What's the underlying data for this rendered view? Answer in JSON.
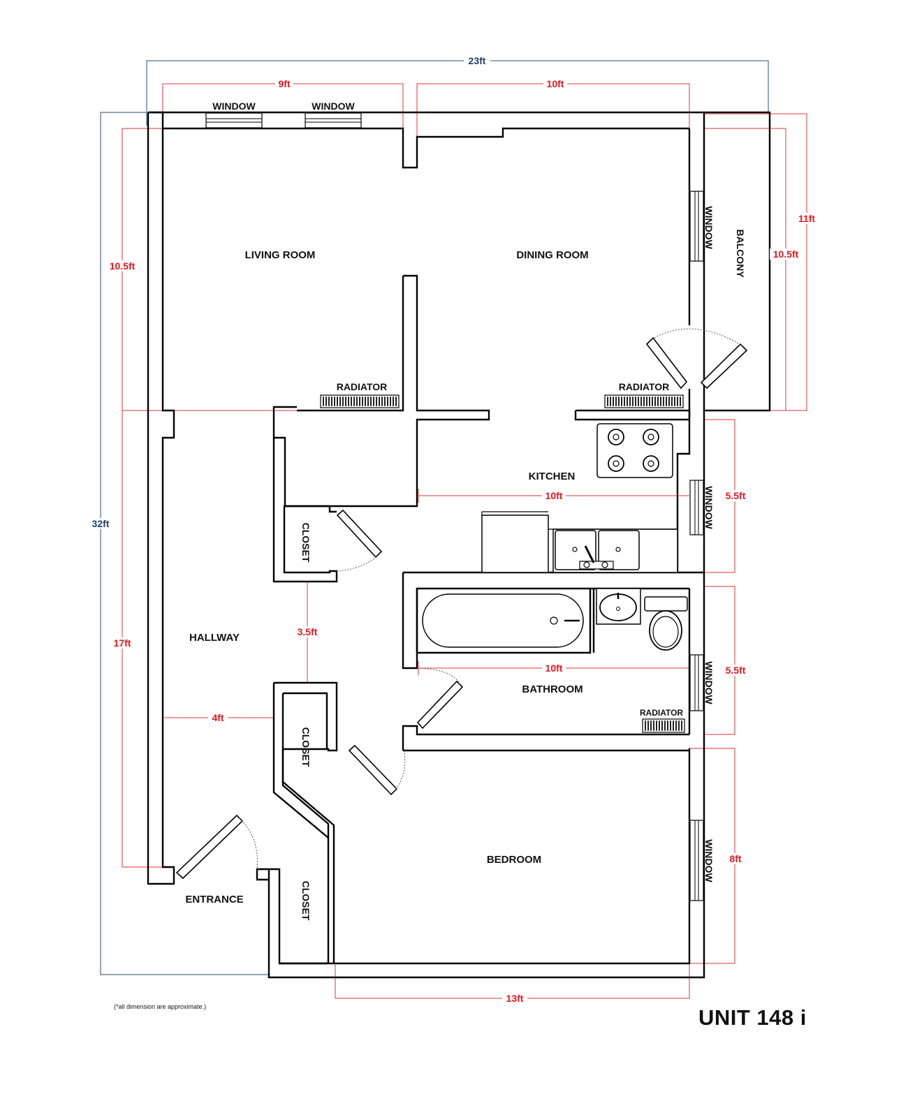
{
  "labels": {
    "living_room": "LIVING ROOM",
    "dining_room": "DINING ROOM",
    "kitchen": "KITCHEN",
    "hallway": "HALLWAY",
    "bathroom": "BATHROOM",
    "bedroom": "BEDROOM",
    "entrance": "ENTRANCE",
    "closet": "CLOSET",
    "balcony": "BALCONY",
    "window": "WINDOW",
    "radiator": "RADIATOR"
  },
  "dimensions": {
    "total_width": "23ft",
    "total_length": "32ft",
    "living_width": "9ft",
    "dining_width": "10ft",
    "living_length": "10.5ft",
    "balcony_length": "11ft",
    "dining_length": "10.5ft",
    "hallway_length": "17ft",
    "kitchen_width": "10ft",
    "kitchen_length": "5.5ft",
    "bathroom_width": "10ft",
    "bathroom_length": "5.5ft",
    "closet_gap": "3.5ft",
    "hallway_width": "4ft",
    "bedroom_length": "8ft",
    "bedroom_width": "13ft"
  },
  "note": "(*all dimension are approximate.)",
  "unit": "UNIT 148 i",
  "colors": {
    "dimension_red": "#e8141c",
    "overall_blue": "#1f3e63",
    "wall": "#000000"
  }
}
